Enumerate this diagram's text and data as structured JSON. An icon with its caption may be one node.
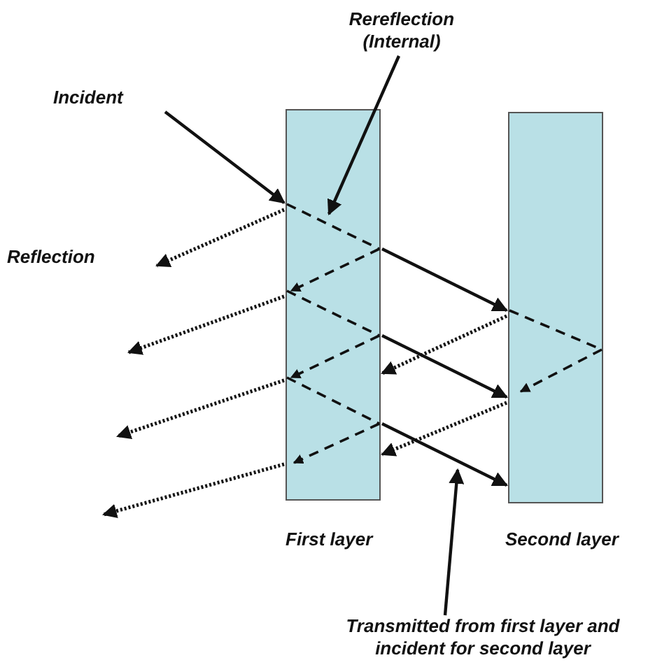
{
  "diagram": {
    "nodes": [
      {
        "text": [
          "Rereflection (Internal)"
        ]
      },
      {
        "text": [
          "Incident"
        ]
      },
      {
        "text": [
          "First layer"
        ]
      },
      {
        "text": [
          "Second layer"
        ]
      },
      {
        "text": [
          "Transmitted from first layer and incident for second layer"
        ]
      }
    ],
    "edges": [
      {
        "from": 1,
        "to": 2,
        "arrow": "to"
      },
      {
        "from": 0,
        "to": 2,
        "arrow": "to"
      },
      {
        "from": 2,
        "to": null,
        "arrow": "to",
        "style": "dashed"
      },
      {
        "from": 2,
        "to": null,
        "arrow": "to",
        "style": "dashed"
      },
      {
        "from": 2,
        "to": null,
        "arrow": "to",
        "style": "dashed"
      },
      {
        "from": 2,
        "to": null,
        "arrow": "to",
        "style": "dashed"
      },
      {
        "from": 2,
        "to": 3,
        "arrow": "to"
      },
      {
        "from": 2,
        "to": 3,
        "arrow": "to"
      },
      {
        "from": 2,
        "to": 3,
        "arrow": "to"
      },
      {
        "from": 3,
        "to": 2,
        "arrow": "to",
        "style": "dashed"
      },
      {
        "from": 3,
        "to": 2,
        "arrow": "to",
        "style": "dashed"
      },
      {
        "from": 4,
        "to": null,
        "arrow": "to"
      }
    ],
    "labels": [
      "Reflection"
    ]
  }
}
